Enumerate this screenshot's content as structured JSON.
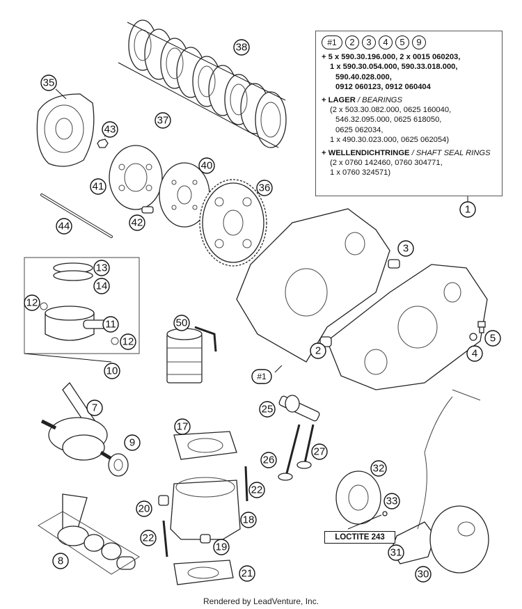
{
  "legend": {
    "header_labels": [
      "#1",
      "2",
      "3",
      "4",
      "5",
      "9"
    ],
    "kit_line1": "+ 5 x 590.30.196.000, 2 x 0015 060203,",
    "kit_line2": "1 x 590.30.054.000, 590.33.018.000,",
    "kit_line3": "590.40.028.000,",
    "kit_line4": "0912 060123, 0912 060404",
    "lager_title": "+ LAGER",
    "lager_title_en": " / BEARINGS",
    "lager_line1": "(2 x 503.30.082.000, 0625 160040,",
    "lager_line2": "546.32.095.000, 0625 618050,",
    "lager_line3": "0625 062034,",
    "lager_line4": "1 x 490.30.023.000, 0625 062054)",
    "seal_title": "+ WELLENDICHTRINGE",
    "seal_title_en": " / SHAFT SEAL RINGS",
    "seal_line1": "(2 x 0760 142460, 0760 304771,",
    "seal_line2": "1 x 0760 324571)"
  },
  "callouts": {
    "c1": "1",
    "c2": "2",
    "c3": "3",
    "c4": "4",
    "c5": "5",
    "c7": "7",
    "c8": "8",
    "c9": "9",
    "c10": "10",
    "c11": "11",
    "c12a": "12",
    "c12b": "12",
    "c13": "13",
    "c14": "14",
    "c17": "17",
    "c18": "18",
    "c19": "19",
    "c20": "20",
    "c21": "21",
    "c22a": "22",
    "c22b": "22",
    "c25": "25",
    "c26": "26",
    "c27": "27",
    "c30": "30",
    "c31": "31",
    "c32": "32",
    "c33": "33",
    "c35": "35",
    "c36": "36",
    "c37": "37",
    "c38": "38",
    "c40": "40",
    "c41": "41",
    "c42": "42",
    "c43": "43",
    "c44": "44",
    "c50": "50",
    "c_h1": "#1"
  },
  "loctite_label": "LOCTITE 243",
  "footer_text": "Rendered by LeadVenture, Inc."
}
